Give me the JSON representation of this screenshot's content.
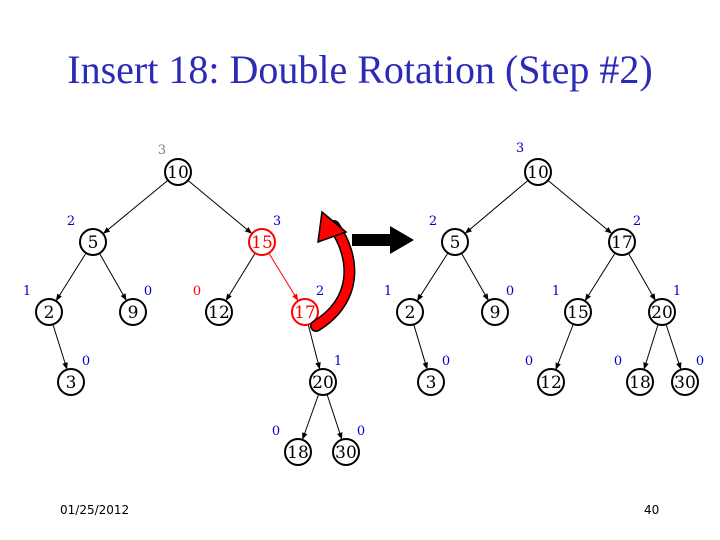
{
  "title": "Insert 18: Double Rotation (Step #2)",
  "footer": {
    "date": "01/25/2012",
    "page": "40"
  },
  "colors": {
    "title": "#2b2bb8",
    "height_label": "#0000cc",
    "root_height_label": "#7f7f7f",
    "highlight": "#ff0000",
    "node_stroke": "#000000",
    "rotation_arrow": "#ff0000",
    "transform_arrow": "#000000"
  },
  "icons": {
    "rotation": "curved-rotation-arrow-icon",
    "transform": "right-arrow-icon"
  },
  "trees": [
    {
      "name": "before",
      "nodes": [
        {
          "id": "10",
          "key": "10",
          "height": "3",
          "parent": null,
          "root": true
        },
        {
          "id": "5",
          "key": "5",
          "height": "2",
          "parent": "10"
        },
        {
          "id": "15",
          "key": "15",
          "height": "3",
          "parent": "10",
          "highlight": true
        },
        {
          "id": "2",
          "key": "2",
          "height": "1",
          "parent": "5"
        },
        {
          "id": "9",
          "key": "9",
          "height": "0",
          "parent": "5"
        },
        {
          "id": "12",
          "key": "12",
          "height": "0",
          "parent": "15",
          "highlight_label": true
        },
        {
          "id": "17",
          "key": "17",
          "height": "2",
          "parent": "15",
          "highlight": true,
          "highlight_edge": true
        },
        {
          "id": "3",
          "key": "3",
          "height": "0",
          "parent": "2"
        },
        {
          "id": "20",
          "key": "20",
          "height": "1",
          "parent": "17"
        },
        {
          "id": "18",
          "key": "18",
          "height": "0",
          "parent": "20"
        },
        {
          "id": "30",
          "key": "30",
          "height": "0",
          "parent": "20"
        }
      ]
    },
    {
      "name": "after",
      "nodes": [
        {
          "id": "10",
          "key": "10",
          "height": "3",
          "parent": null
        },
        {
          "id": "5",
          "key": "5",
          "height": "2",
          "parent": "10"
        },
        {
          "id": "17",
          "key": "17",
          "height": "2",
          "parent": "10"
        },
        {
          "id": "2",
          "key": "2",
          "height": "1",
          "parent": "5"
        },
        {
          "id": "9",
          "key": "9",
          "height": "0",
          "parent": "5"
        },
        {
          "id": "15",
          "key": "15",
          "height": "1",
          "parent": "17"
        },
        {
          "id": "20",
          "key": "20",
          "height": "1",
          "parent": "17"
        },
        {
          "id": "3",
          "key": "3",
          "height": "0",
          "parent": "2"
        },
        {
          "id": "12",
          "key": "12",
          "height": "0",
          "parent": "15"
        },
        {
          "id": "18",
          "key": "18",
          "height": "0",
          "parent": "20"
        },
        {
          "id": "30",
          "key": "30",
          "height": "0",
          "parent": "20"
        }
      ]
    }
  ]
}
